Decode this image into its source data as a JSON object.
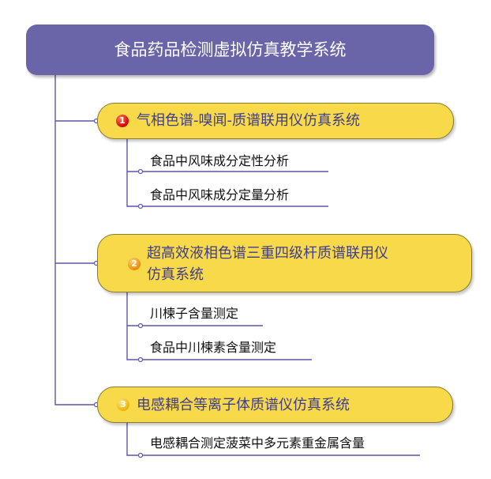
{
  "root": {
    "title": "食品药品检测虚拟仿真教学系统"
  },
  "topics": [
    {
      "badge": "1",
      "title": "气相色谱-嗅闻-质谱联用仪仿真系统",
      "children": [
        "食品中风味成分定性分析",
        "食品中风味成分定量分析"
      ]
    },
    {
      "badge": "2",
      "title_lines": [
        "超高效液相色谱三重四级杆质谱联用仪",
        "仿真系统"
      ],
      "children": [
        "川楝子含量测定",
        "食品中川楝素含量测定"
      ]
    },
    {
      "badge": "3",
      "title": "电感耦合等离子体质谱仪仿真系统",
      "children": [
        "电感耦合测定菠菜中多元素重金属含量"
      ]
    }
  ],
  "colors": {
    "root_fill": "#6a64a8",
    "topic_fill": "#f7d94a",
    "topic_text": "#3e3d8f",
    "connector": "#5b57a6"
  }
}
